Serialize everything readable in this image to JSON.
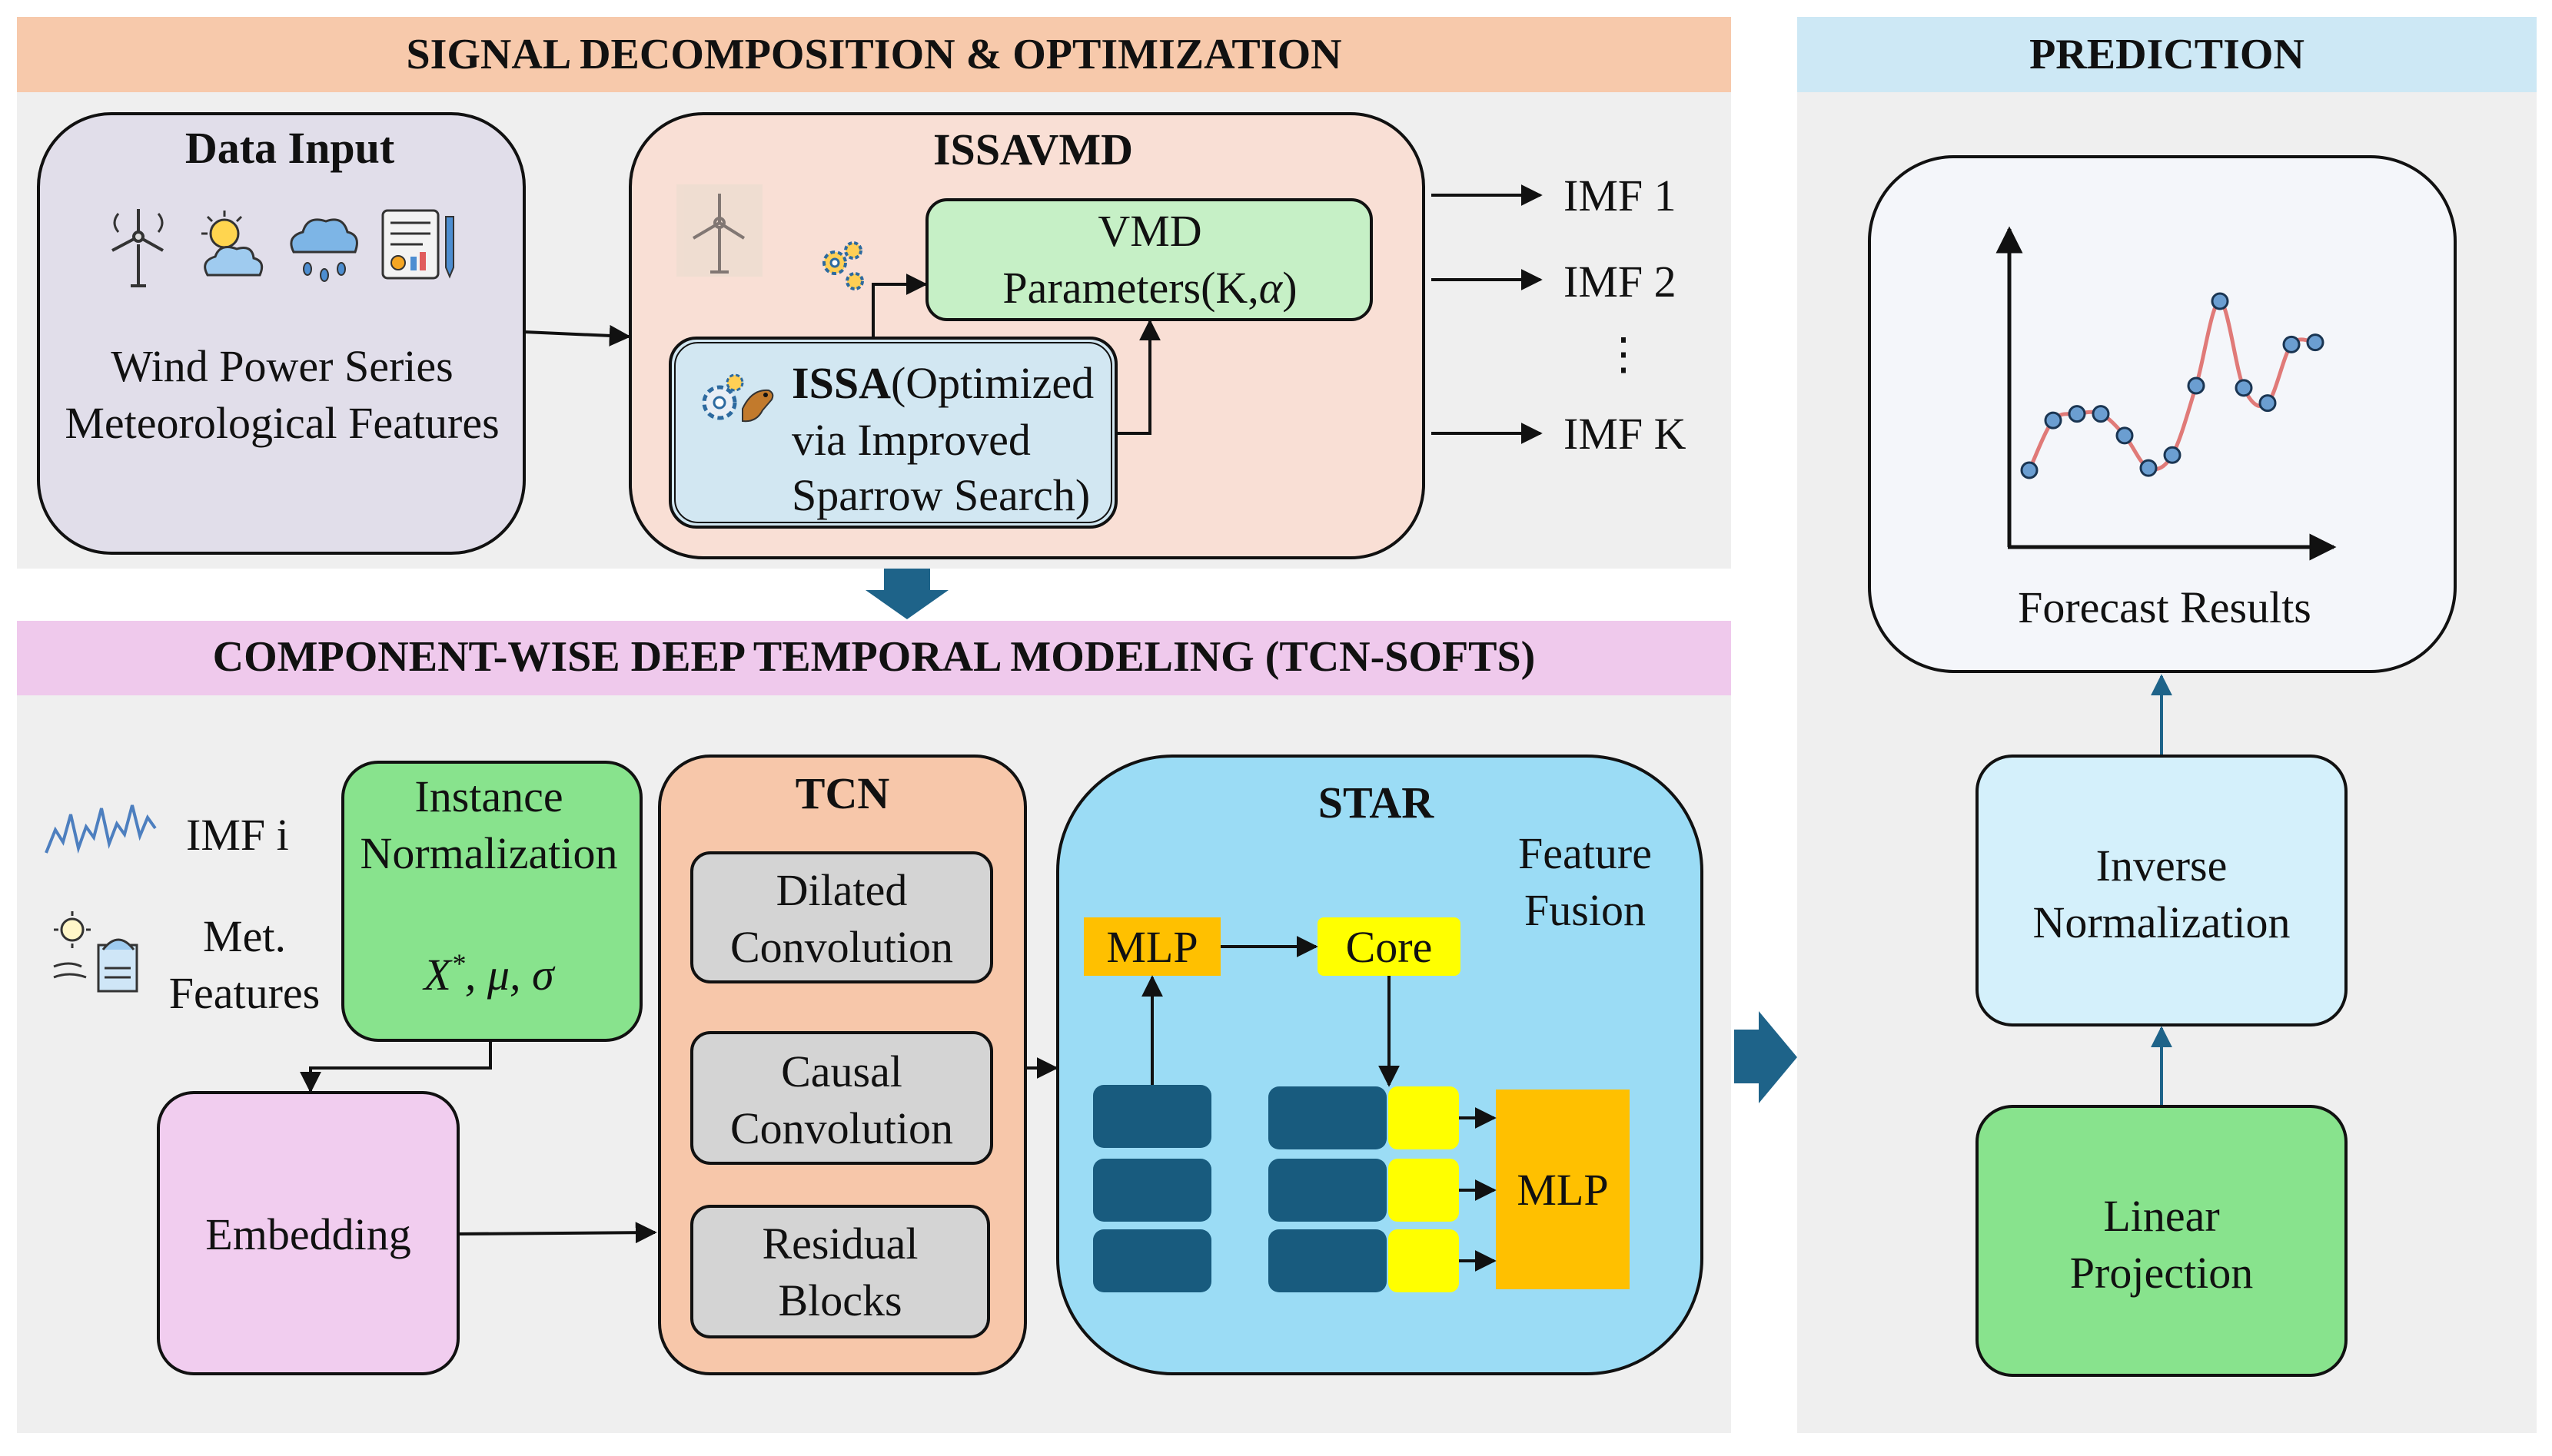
{
  "sections": {
    "signal": {
      "title": "SIGNAL DECOMPOSITION & OPTIMIZATION"
    },
    "prediction": {
      "title": "PREDICTION"
    },
    "component": {
      "title": "COMPONENT-WISE DEEP TEMPORAL MODELING (TCN-SOFTS)"
    }
  },
  "data_input": {
    "title": "Data Input",
    "line1": "Wind Power Series",
    "line2": "Meteorological Features",
    "icons": [
      "wind-turbine-icon",
      "sun-cloud-icon",
      "rain-cloud-icon",
      "report-icon"
    ]
  },
  "issavmd": {
    "title": "ISSAVMD",
    "vmd_line1": "VMD",
    "vmd_line2": "Parameters(K,",
    "vmd_alpha": "α",
    "vmd_close": ")",
    "issa_bold": "ISSA",
    "issa_rest": "(Optimized",
    "issa_line2": "via  Improved",
    "issa_line3": "Sparrow Search)"
  },
  "imfs": {
    "imf1": "IMF 1",
    "imf2": "IMF 2",
    "dots": "⋮",
    "imfk": "IMF K"
  },
  "inputs": {
    "imf_i": "IMF i",
    "met_line1": "Met.",
    "met_line2": "Features"
  },
  "instance_norm": {
    "line1": "Instance",
    "line2": "Normalization",
    "formula_x": "X",
    "formula_star": "*",
    "formula_rest": ", μ, σ"
  },
  "embedding": {
    "label": "Embedding"
  },
  "tcn": {
    "title": "TCN",
    "dilated_1": "Dilated",
    "dilated_2": "Convolution",
    "causal_1": "Causal",
    "causal_2": "Convolution",
    "residual_1": "Residual",
    "residual_2": "Blocks"
  },
  "star": {
    "title": "STAR",
    "fusion_1": "Feature",
    "fusion_2": "Fusion",
    "mlp_top": "MLP",
    "core": "Core",
    "mlp_right": "MLP"
  },
  "prediction": {
    "forecast": "Forecast Results",
    "inverse_1": "Inverse",
    "inverse_2": "Normalization",
    "linear_1": "Linear",
    "linear_2": "Projection"
  },
  "colors": {
    "signal_header": "#f7c9ab",
    "component_header": "#efc9ec",
    "prediction_header": "#cde8f5",
    "panel_bg": "#efefef",
    "data_input_bg": "#e1deea",
    "issavmd_bg": "#f9dfd5",
    "vmd_bg": "#c6f0c6",
    "issa_bg": "#d2e7f2",
    "instance_norm_bg": "#88e38d",
    "embedding_bg": "#f1cdef",
    "tcn_bg": "#f7c7aa",
    "tcn_block_bg": "#d4d4d4",
    "star_bg": "#9bdcf5",
    "mlp_bg": "#ffc000",
    "core_bg": "#ffff00",
    "token_bg": "#185b7e",
    "inverse_bg": "#d4f0fb",
    "linear_bg": "#88e38d",
    "forecast_bg": "#f4f6fa",
    "big_arrow": "#1e6389",
    "curve": "#e07a78",
    "point": "#6b9ed1"
  },
  "chart_data": {
    "type": "line",
    "title": "",
    "xlabel": "",
    "ylabel": "",
    "x": [
      1,
      2,
      3,
      4,
      5,
      6,
      7,
      8,
      9,
      10,
      11,
      12,
      13
    ],
    "series": [
      {
        "values": [
          1.0,
          3.3,
          3.6,
          3.6,
          2.6,
          1.1,
          1.7,
          4.9,
          8.8,
          4.8,
          4.1,
          6.8,
          6.9
        ]
      }
    ]
  }
}
